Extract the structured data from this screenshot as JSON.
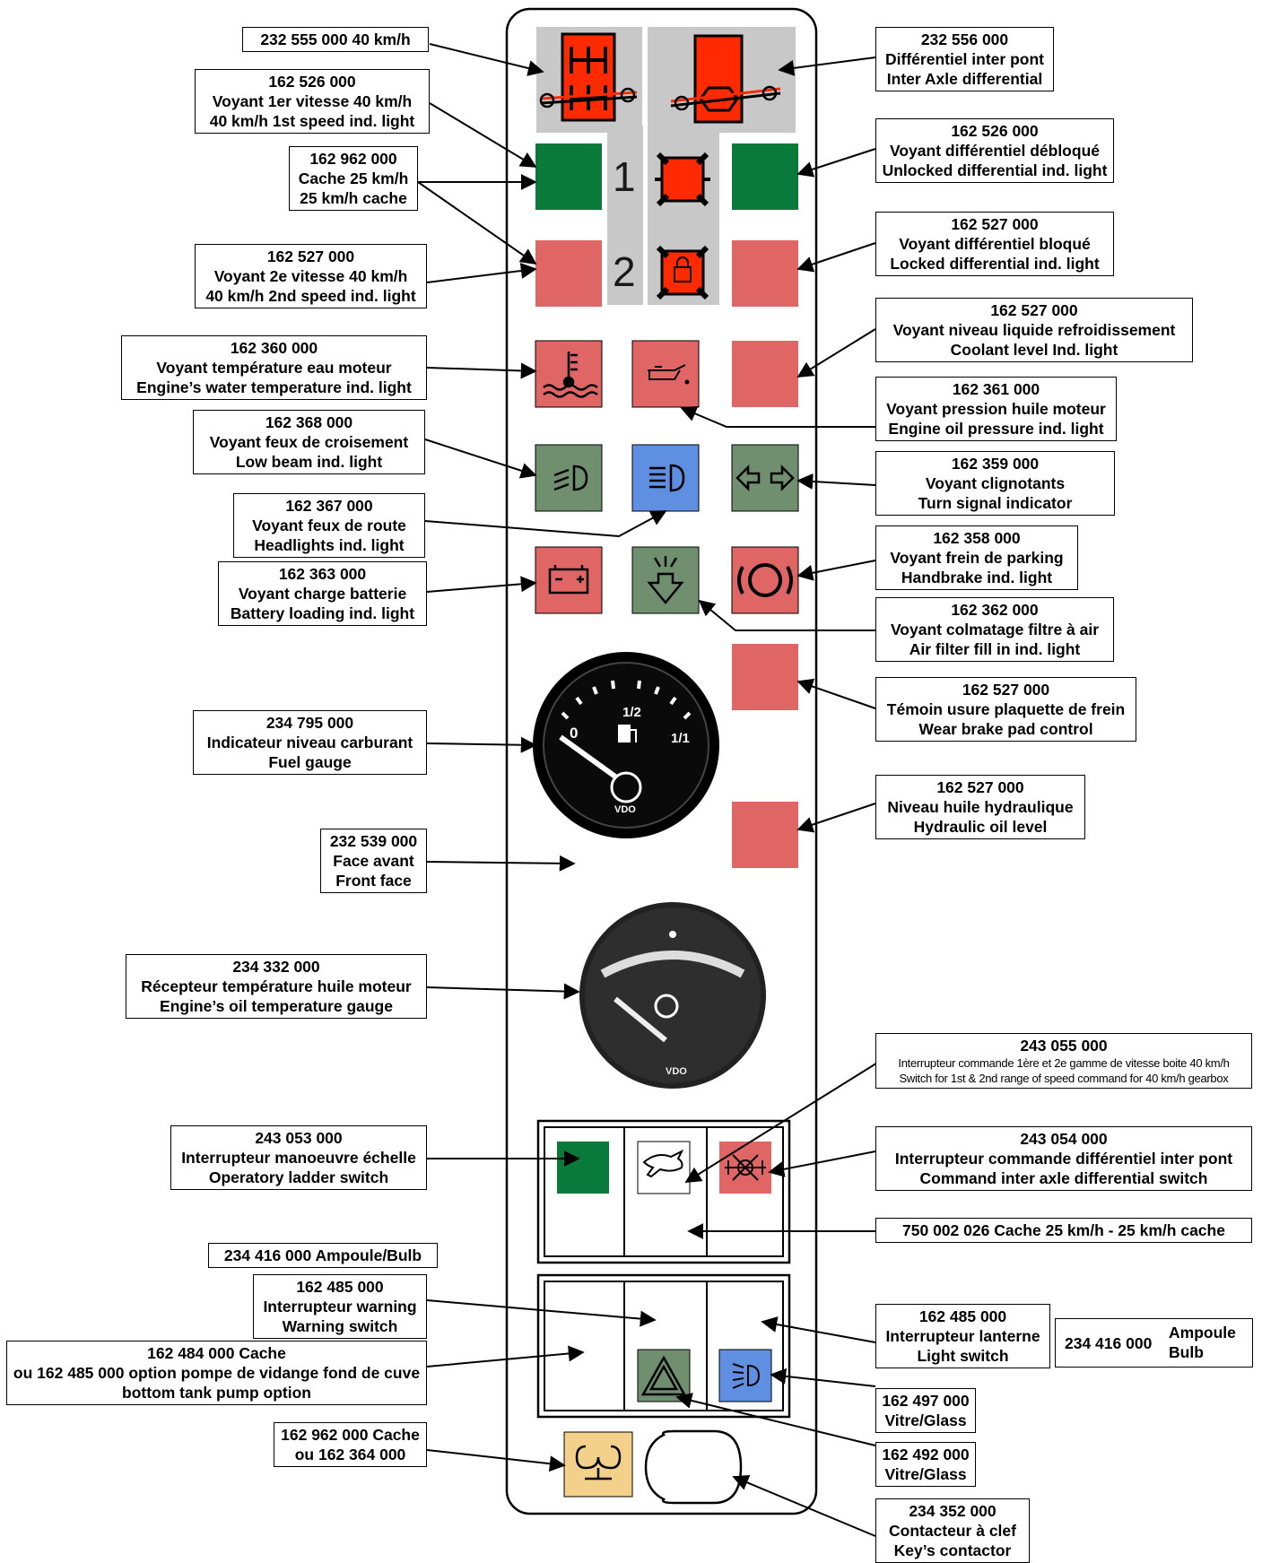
{
  "labels": {
    "l232555": [
      "232 555 000 40 km/h"
    ],
    "l162526a": [
      "162 526 000",
      "Voyant 1er vitesse 40 km/h",
      "40 km/h 1st speed ind. light"
    ],
    "l162962a": [
      "162 962 000",
      "Cache 25 km/h",
      "25 km/h cache"
    ],
    "l162527a": [
      "162 527 000",
      "Voyant 2e vitesse 40 km/h",
      "40 km/h 2nd speed ind. light"
    ],
    "l162360": [
      "162 360 000",
      "Voyant température eau moteur",
      "Engine’s water temperature ind. light"
    ],
    "l162368": [
      "162 368 000",
      "Voyant feux de croisement",
      "Low beam ind. light"
    ],
    "l162367": [
      "162 367 000",
      "Voyant feux de route",
      "Headlights ind. light"
    ],
    "l162363": [
      "162 363 000",
      "Voyant charge batterie",
      "Battery loading ind. light"
    ],
    "l234795": [
      "234 795 000",
      "Indicateur niveau carburant",
      "Fuel gauge"
    ],
    "l232539": [
      "232 539 000",
      "Face avant",
      "Front face"
    ],
    "l234332": [
      "234 332 000",
      "Récepteur température huile moteur",
      "Engine’s oil temperature gauge"
    ],
    "l243053": [
      "243 053 000",
      "Interrupteur manoeuvre échelle",
      "Operatory ladder switch"
    ],
    "l234416a": [
      "234 416 000 Ampoule/Bulb"
    ],
    "l162485a": [
      "162 485 000",
      "Interrupteur warning",
      "Warning switch"
    ],
    "l162484": [
      "162 484 000 Cache",
      "ou 162 485 000 option pompe de vidange fond de cuve",
      "bottom tank pump option"
    ],
    "l162962b": [
      "162 962 000 Cache",
      "ou 162 364 000"
    ],
    "l232556": [
      "232 556 000",
      "Différentiel inter pont",
      "Inter Axle differential"
    ],
    "l162526b": [
      "162 526 000",
      "Voyant différentiel débloqué",
      "Unlocked differential ind. light"
    ],
    "l162527b": [
      "162 527 000",
      "Voyant différentiel bloqué",
      "Locked differential ind. light"
    ],
    "l162527c": [
      "162 527 000",
      "Voyant niveau liquide refroidissement",
      "Coolant level Ind. light"
    ],
    "l162361": [
      "162 361 000",
      "Voyant pression huile moteur",
      "Engine oil pressure ind. light"
    ],
    "l162359": [
      "162 359 000",
      "Voyant clignotants",
      "Turn signal indicator"
    ],
    "l162358": [
      "162 358 000",
      "Voyant frein de parking",
      "Handbrake ind. light"
    ],
    "l162362": [
      "162 362 000",
      "Voyant colmatage filtre à air",
      "Air filter fill in ind. light"
    ],
    "l162527d": [
      "162 527 000",
      "Témoin usure plaquette de frein",
      "Wear brake pad control"
    ],
    "l162527e": [
      "162 527 000",
      "Niveau huile hydraulique",
      "Hydraulic oil level"
    ],
    "l243055": [
      "243 055 000",
      "Interrupteur commande 1ère et 2e gamme de vitesse boite 40 km/h",
      "Switch for 1st & 2nd range of speed command for 40 km/h gearbox"
    ],
    "l243054": [
      "243 054 000",
      "Interrupteur commande différentiel inter pont",
      "Command inter axle differential switch"
    ],
    "l750002": [
      "750 002 026 Cache 25 km/h - 25 km/h cache"
    ],
    "l162485b": [
      "162 485 000",
      "Interrupteur lanterne",
      "Light switch"
    ],
    "l234416b": [
      "234 416 000",
      "Ampoule",
      "Bulb"
    ],
    "l162497": [
      "162 497 000",
      "Vitre/Glass"
    ],
    "l162492": [
      "162 492 000",
      "Vitre/Glass"
    ],
    "l234352": [
      "234 352 000",
      "Contacteur à clef",
      "Key’s contactor"
    ]
  },
  "panel": {
    "gear_numbers": [
      "1",
      "2"
    ],
    "fuel_gauge": {
      "marks": [
        "0",
        "1/2",
        "1/1"
      ],
      "brand": "VDO"
    },
    "oil_gauge": {
      "brand": "VDO"
    }
  },
  "colors": {
    "green": "#0a7a3a",
    "pink": "#e06666",
    "red": "#ff2a00",
    "sage": "#6f8f6f",
    "blue": "#5f8fe0",
    "tan": "#f3d18a",
    "grey": "#c8c8c8"
  }
}
